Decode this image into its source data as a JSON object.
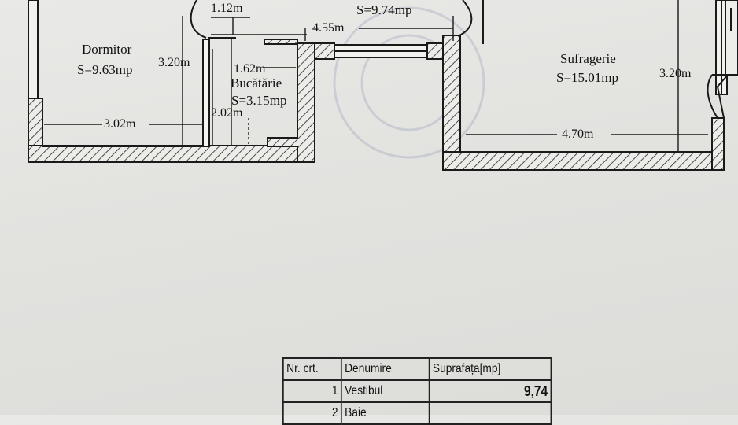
{
  "rooms": {
    "vestibul": {
      "area": "S=9.74mp"
    },
    "dormitor": {
      "name": "Dormitor",
      "area": "S=9.63mp"
    },
    "bucatarie": {
      "name": "Bucătărie",
      "area": "S=3.15mp"
    },
    "sufragerie": {
      "name": "Sufragerie",
      "area": "S=15.01mp"
    }
  },
  "dimensions": {
    "d_112": "1.12m",
    "d_455": "4.55m",
    "d_320_left": "3.20m",
    "d_162": "1.62m",
    "d_202": "2.02m",
    "d_302": "3.02m",
    "d_320_right": "3.20m",
    "d_470": "4.70m"
  },
  "table": {
    "headers": [
      "Nr. crt.",
      "Denumire",
      "Suprafața[mp]"
    ],
    "rows": [
      {
        "nr": "1",
        "name": "Vestibul",
        "area": "9,74"
      },
      {
        "nr": "2",
        "name": "Baie",
        "area": ""
      }
    ]
  },
  "colors": {
    "ink": "#1a1a1a",
    "paper": "#e4e4e1",
    "stamp": "#9aa2b8"
  }
}
